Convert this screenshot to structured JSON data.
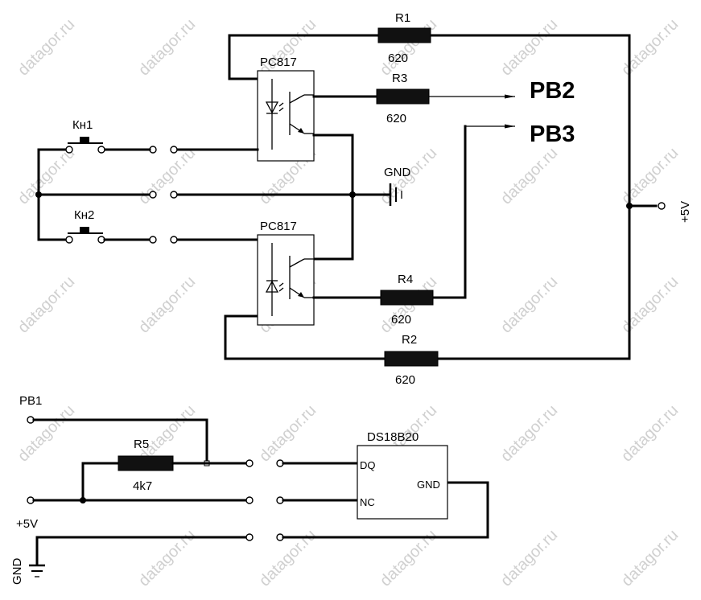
{
  "watermark": "datagor.ru",
  "components": {
    "r1": {
      "name": "R1",
      "value": "620"
    },
    "r2": {
      "name": "R2",
      "value": "620"
    },
    "r3": {
      "name": "R3",
      "value": "620"
    },
    "r4": {
      "name": "R4",
      "value": "620"
    },
    "r5": {
      "name": "R5",
      "value": "4k7"
    },
    "opto1": {
      "name": "PC817"
    },
    "opto2": {
      "name": "PC817"
    },
    "btn1": {
      "name": "Кн1"
    },
    "btn2": {
      "name": "Кн2"
    },
    "sensor": {
      "name": "DS18B20",
      "pins": {
        "dq": "DQ",
        "nc": "NC",
        "gnd": "GND"
      }
    }
  },
  "nets": {
    "pb2": "PB2",
    "pb3": "PB3",
    "gnd_top": "GND",
    "vcc_right": "+5V",
    "pb1": "PB1",
    "vcc_bottom": "+5V",
    "gnd_bottom": "GND"
  }
}
